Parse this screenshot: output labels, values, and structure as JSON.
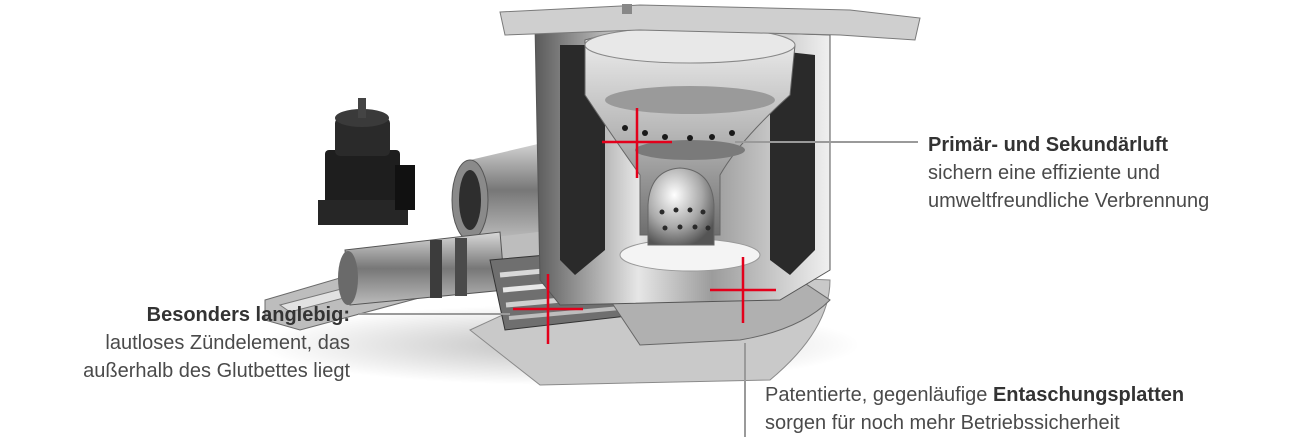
{
  "annotations": {
    "primary_air": {
      "heading": "Primär- und Sekundärluft",
      "line1": "sichern eine effiziente und",
      "line2": "umweltfreundliche Verbrennung"
    },
    "ignition": {
      "heading": "Besonders langlebig:",
      "line1": "lautloses Zündelement, das",
      "line2": "außerhalb des Glutbettes liegt"
    },
    "ash_plates": {
      "prefix": "Patentierte, gegenläufige ",
      "heading": "Entaschungsplatten",
      "line2": "sorgen für noch mehr Betriebssicherheit"
    }
  },
  "colors": {
    "marker": "#e3001b",
    "leader": "#9a9a9a",
    "metal_dark": "#3a3a3a",
    "metal_light": "#d8d8d8"
  }
}
